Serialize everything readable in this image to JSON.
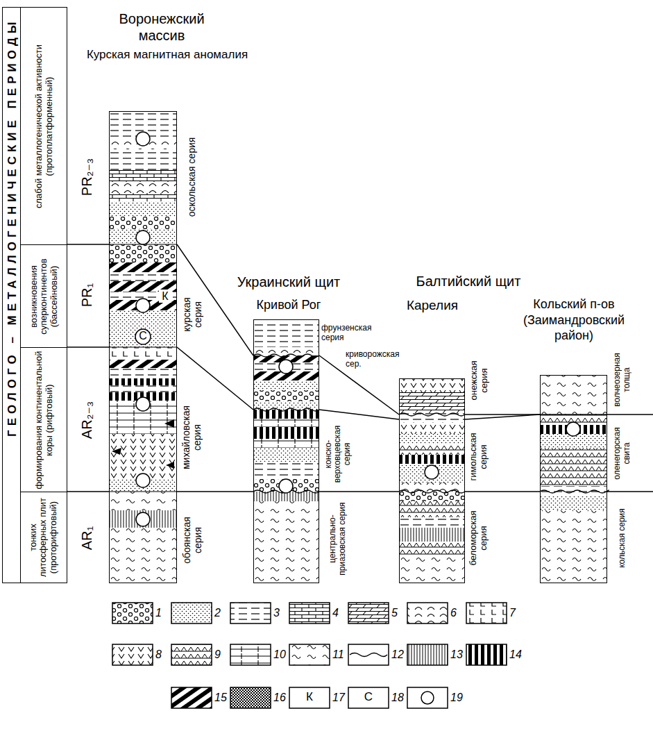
{
  "diagram": {
    "nodes": [
      {
        "text": [
          "ГЕОЛОГО – МЕТАЛЛОГЕНИЧЕСКИЕ ПЕРИОДЫ"
        ]
      },
      {
        "text": [
          "слабой металлогенической активности (протоплатформенный)"
        ]
      },
      {
        "text": [
          "возникновения суперконтинентов (бассейновый)"
        ]
      },
      {
        "text": [
          "формирования континентальной коры (рифтовый)"
        ]
      },
      {
        "text": [
          "тонких литосферных плит (проторифтовый)"
        ]
      },
      {
        "text": [
          "Воронежский массив",
          "Курская магнитная аномалия"
        ]
      },
      {
        "text": [
          "Украинский щит",
          "Кривой Рог"
        ]
      },
      {
        "text": [
          "Карелия"
        ]
      },
      {
        "text": [
          "Кольский п-ов (Заимандровский район)"
        ]
      }
    ],
    "edges": [
      {
        "from": 5,
        "to": 6,
        "arrow": "none"
      },
      {
        "from": 5,
        "to": 6,
        "arrow": "none"
      },
      {
        "from": 6,
        "to": 7,
        "arrow": "none"
      },
      {
        "from": 6,
        "to": 7,
        "arrow": "none"
      },
      {
        "from": 7,
        "to": 8,
        "arrow": "none"
      },
      {
        "from": 7,
        "to": 8,
        "arrow": "none"
      }
    ],
    "labels": [
      "PR₂₋₃",
      "PR₁",
      "AR₂₋₃",
      "AR₁",
      "Балтийский щит",
      "оскольская серия",
      "курская серия",
      "михайловская серия",
      "обоянская серия",
      "фрунзенская серия",
      "криворожская сер.",
      "конско-верховцевская серия",
      "центрально-приазовская серия",
      "онежская серия",
      "гимольская серия",
      "беломорская серия",
      "волчеозерная толща",
      "оленегорская свита",
      "кольская серия",
      "К",
      "С",
      "К",
      "С"
    ],
    "legend": [
      {
        "text": "1"
      },
      {
        "text": "2"
      },
      {
        "text": "3"
      },
      {
        "text": "4"
      },
      {
        "text": "5"
      },
      {
        "text": "6"
      },
      {
        "text": "7"
      },
      {
        "text": "8"
      },
      {
        "text": "9"
      },
      {
        "text": "10"
      },
      {
        "text": "11"
      },
      {
        "text": "12"
      },
      {
        "text": "13"
      },
      {
        "text": "14"
      },
      {
        "text": "15"
      },
      {
        "text": "16"
      },
      {
        "text": "17"
      },
      {
        "text": "18"
      },
      {
        "text": "19"
      }
    ]
  }
}
